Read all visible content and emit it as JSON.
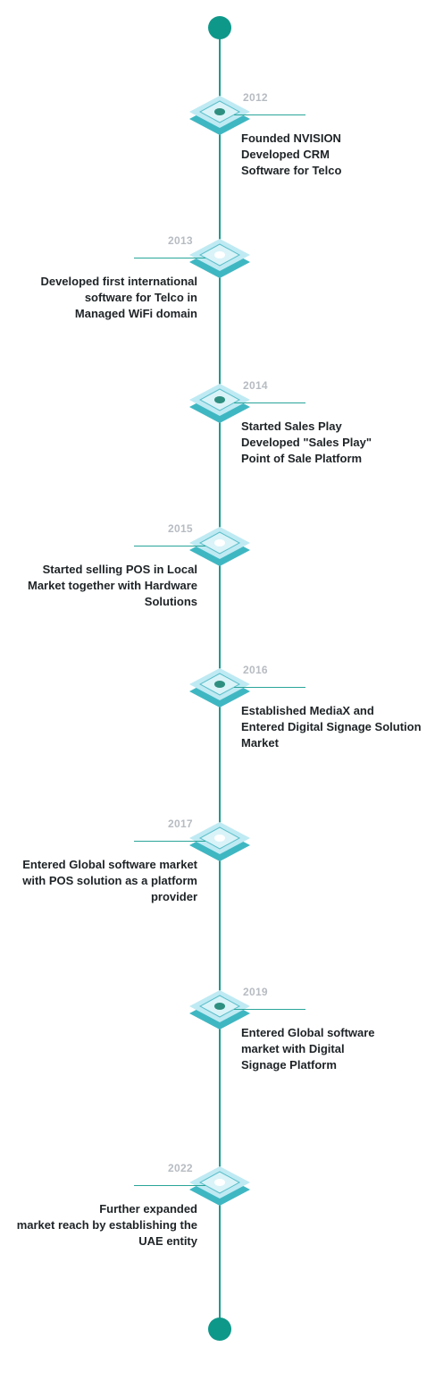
{
  "colors": {
    "line": "#1a9c90",
    "dot": "#0e988a",
    "year": "#b7bcc2",
    "text": "#1e2326"
  },
  "timeline": [
    {
      "year": "2012",
      "text": "Founded NVISION\nDeveloped CRM\nSoftware for Telco",
      "side": "right",
      "hub": "dark"
    },
    {
      "year": "2013",
      "text": "Developed first international\nsoftware for Telco in\nManaged WiFi domain",
      "side": "left",
      "hub": "light"
    },
    {
      "year": "2014",
      "text": "Started Sales Play\nDeveloped \"Sales Play\"\nPoint of Sale Platform",
      "side": "right",
      "hub": "dark"
    },
    {
      "year": "2015",
      "text": "Started selling POS in Local\nMarket together with Hardware\nSolutions",
      "side": "left",
      "hub": "light"
    },
    {
      "year": "2016",
      "text": "Established MediaX and\nEntered Digital Signage Solution\nMarket",
      "side": "right",
      "hub": "dark"
    },
    {
      "year": "2017",
      "text": "Entered Global software market\nwith POS solution as a platform\nprovider",
      "side": "left",
      "hub": "light"
    },
    {
      "year": "2019",
      "text": "Entered Global software\nmarket with Digital\nSignage Platform",
      "side": "right",
      "hub": "dark"
    },
    {
      "year": "2022",
      "text": "Further expanded\nmarket reach by establishing the\nUAE entity",
      "side": "left",
      "hub": "light"
    }
  ]
}
